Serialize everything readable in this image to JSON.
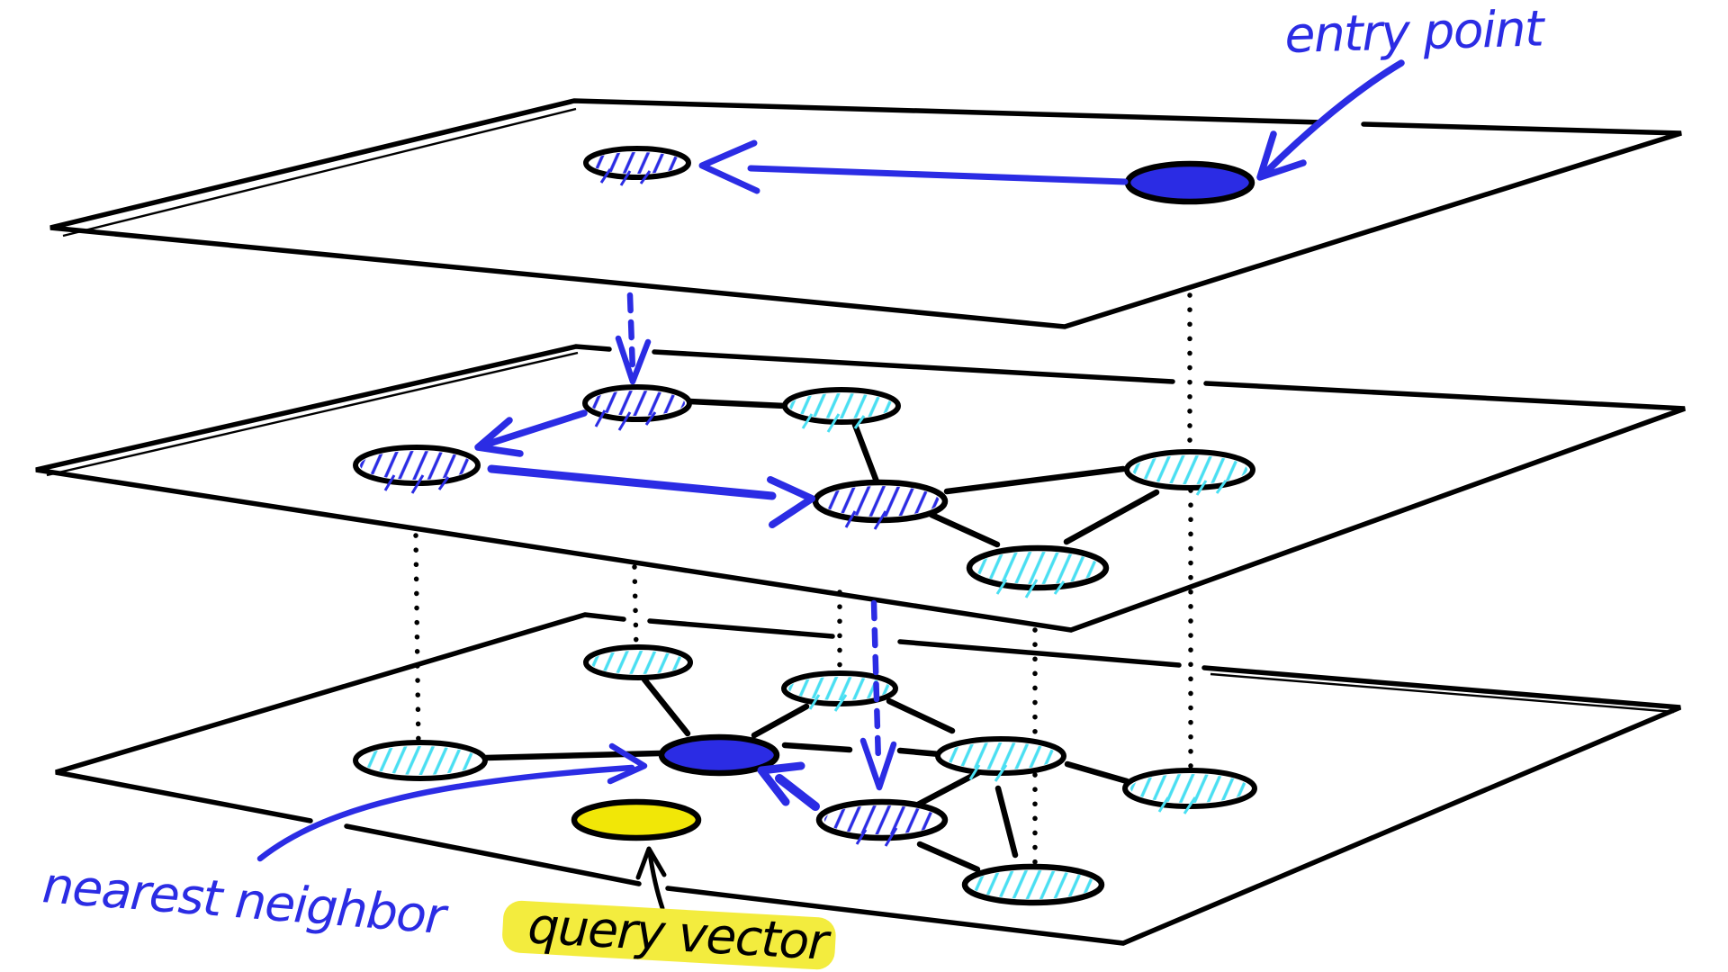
{
  "diagram": {
    "type": "hand-drawn layered nearest-neighbor search (HNSW) sketch",
    "labels": {
      "entry_point": "entry point",
      "nearest_neighbor": "nearest neighbor",
      "query_vector": "query vector"
    },
    "colors": {
      "ink": "#000000",
      "pen_blue": "#2b2ce4",
      "cyan_hatch": "#4adff2",
      "node_yellow": "#f1e707",
      "highlight_yellow": "#f3ec3e",
      "background": "#ffffff"
    },
    "layers": [
      {
        "name": "top-layer",
        "nodes": [
          {
            "id": "top-hatched",
            "style": "hatched-blue"
          },
          {
            "id": "entry-point",
            "style": "solid-blue",
            "annotation": "entry point"
          }
        ]
      },
      {
        "name": "middle-layer",
        "nodes": [
          {
            "id": "mid-a",
            "style": "hatched-blue"
          },
          {
            "id": "mid-b",
            "style": "hatched-cyan"
          },
          {
            "id": "mid-left",
            "style": "hatched-blue"
          },
          {
            "id": "mid-center",
            "style": "hatched-blue"
          },
          {
            "id": "mid-right",
            "style": "hatched-cyan"
          },
          {
            "id": "mid-bottom",
            "style": "hatched-cyan"
          }
        ]
      },
      {
        "name": "bottom-layer",
        "nodes": [
          {
            "id": "bot-left",
            "style": "hatched-cyan"
          },
          {
            "id": "bot-top-center",
            "style": "hatched-cyan"
          },
          {
            "id": "nearest-neighbor",
            "style": "solid-blue",
            "annotation": "nearest neighbor"
          },
          {
            "id": "query-vector",
            "style": "solid-yellow",
            "annotation": "query vector"
          },
          {
            "id": "bot-right-center",
            "style": "hatched-cyan"
          },
          {
            "id": "bot-hatched-blue",
            "style": "hatched-blue"
          },
          {
            "id": "bot-right",
            "style": "hatched-cyan"
          },
          {
            "id": "bot-far-right",
            "style": "hatched-cyan"
          },
          {
            "id": "bot-bottom",
            "style": "hatched-cyan"
          }
        ]
      }
    ],
    "search_path": [
      "entry point node to top-layer hatched node",
      "dashed descent to middle layer",
      "hop to middle-left node",
      "hop to middle-center node",
      "dashed descent to bottom layer",
      "hop from bottom hatched node to nearest neighbor"
    ]
  }
}
